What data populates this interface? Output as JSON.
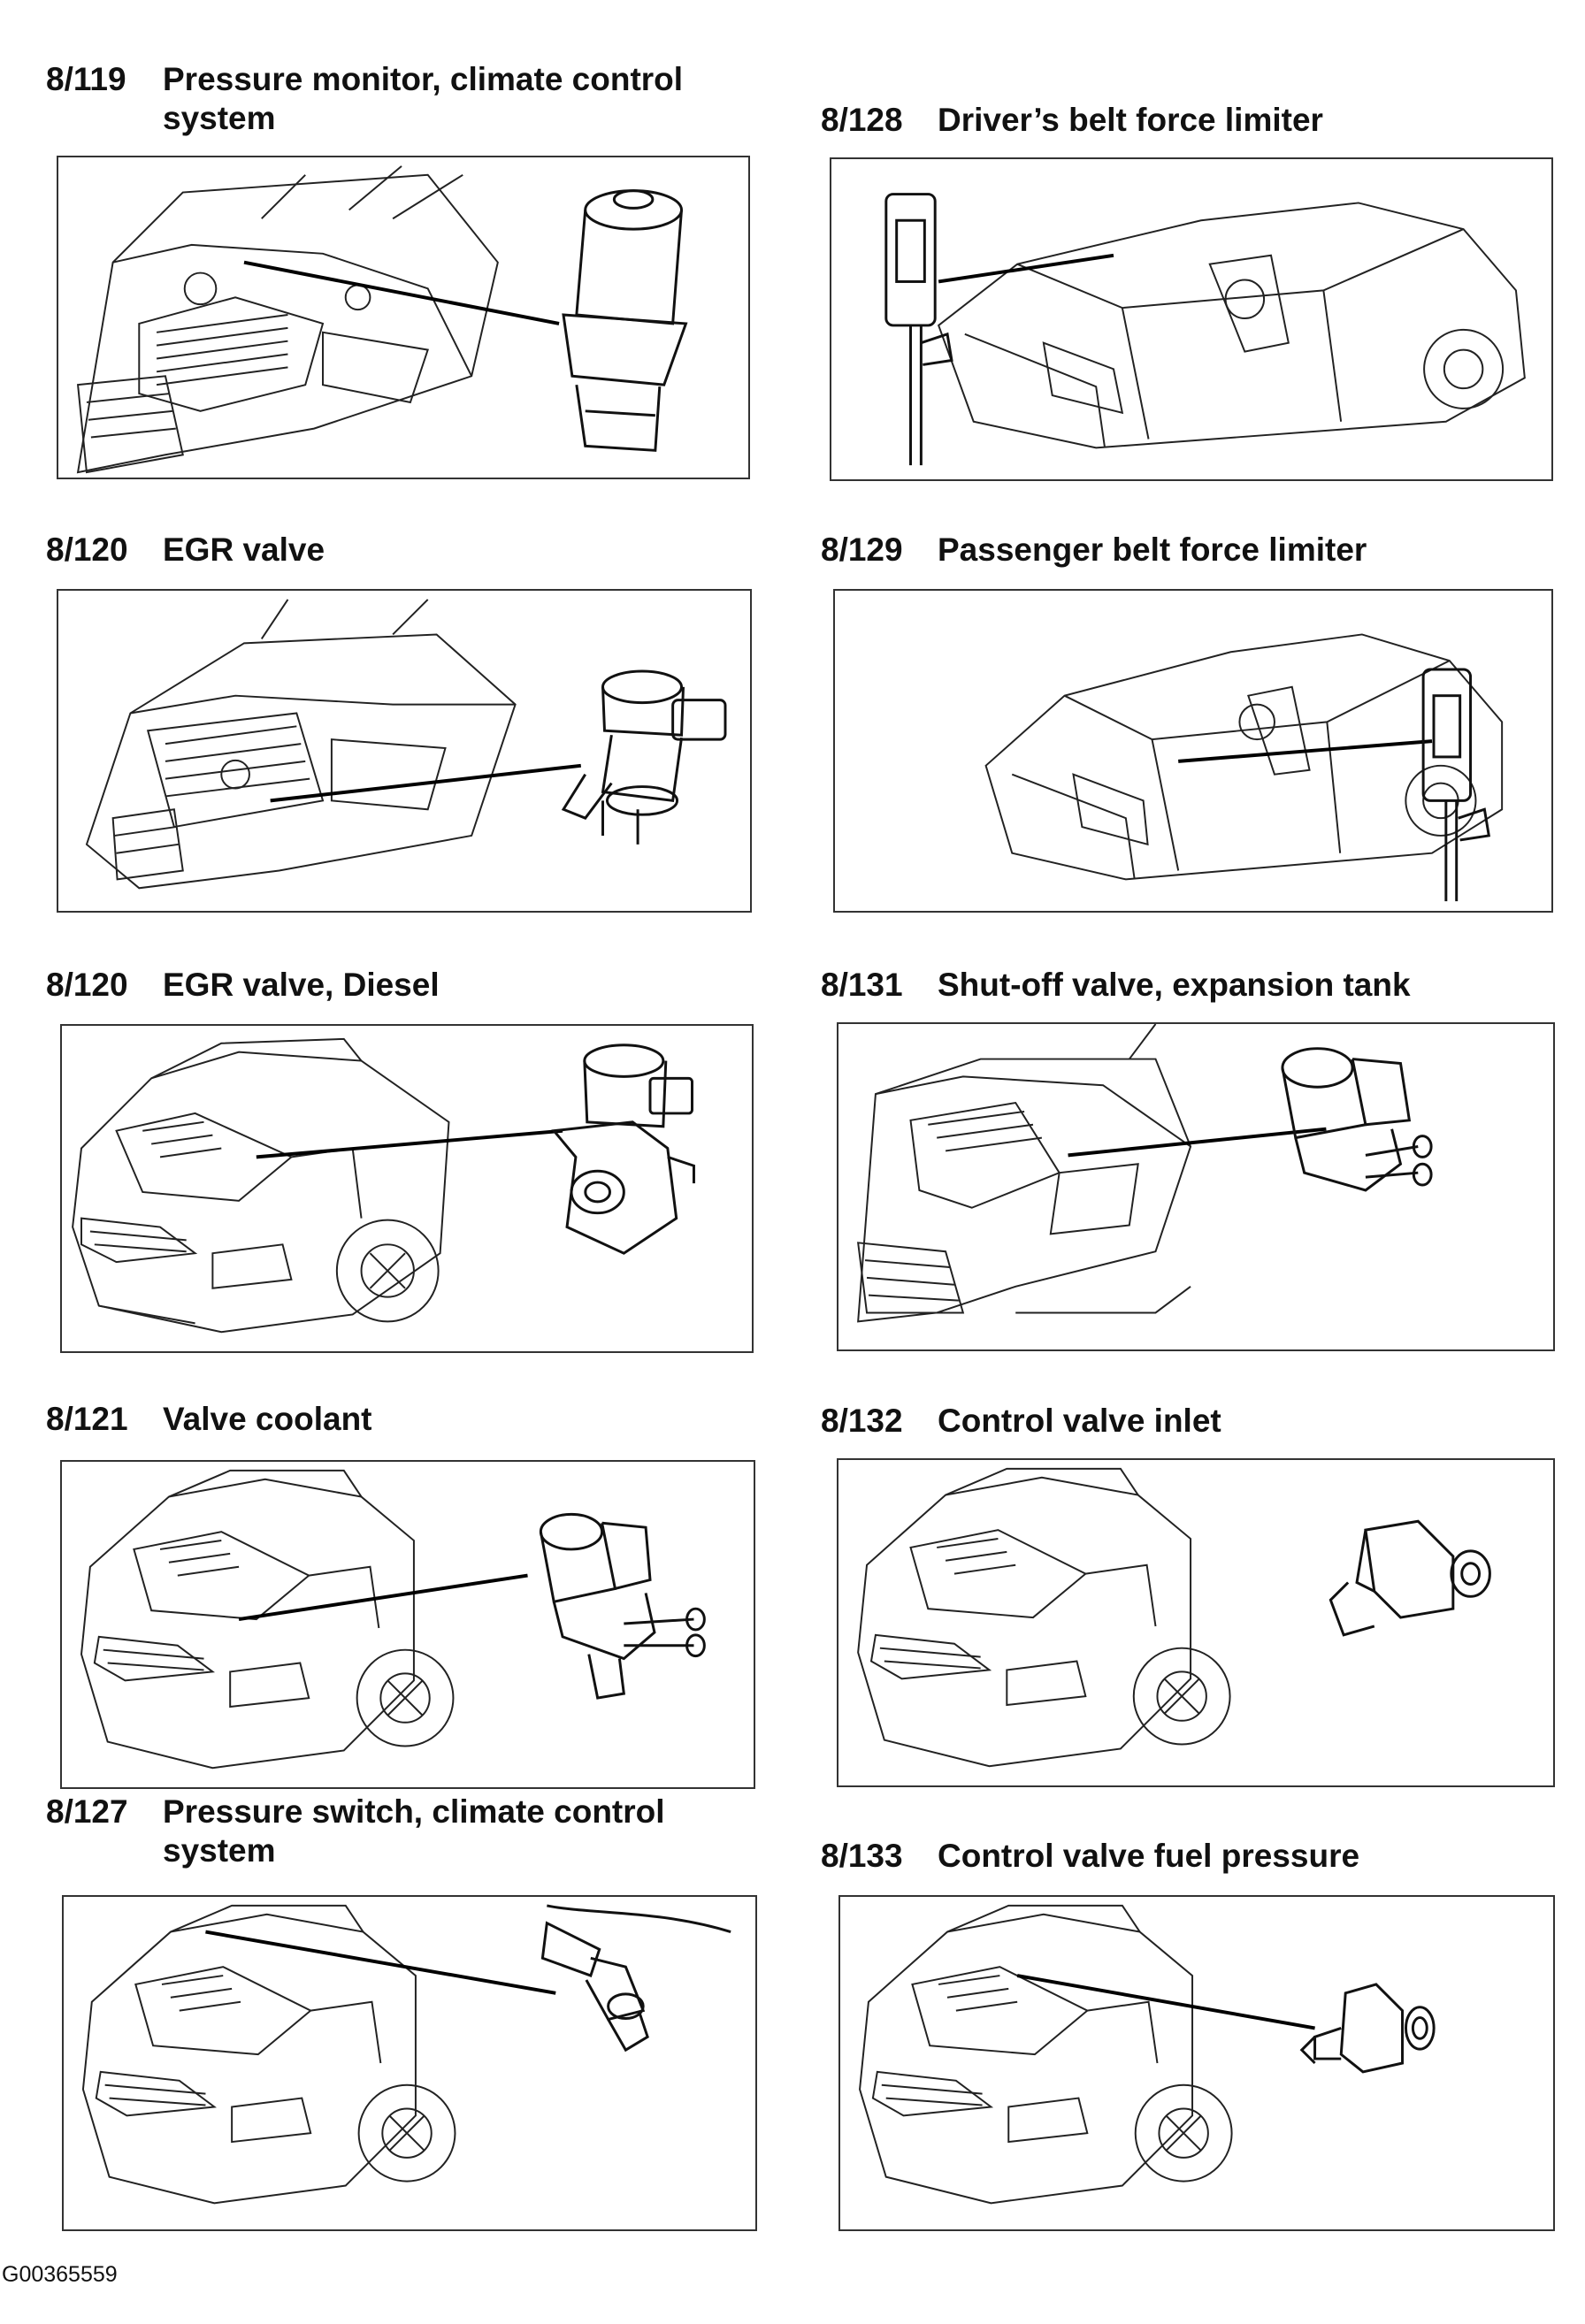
{
  "figures": [
    {
      "code": "8/119",
      "title": "Pressure monitor, climate control system",
      "scene": "engine-bay",
      "part": "pressure-sensor"
    },
    {
      "code": "8/128",
      "title": "Driver’s belt force limiter",
      "scene": "car-interior",
      "part": "belt-limiter"
    },
    {
      "code": "8/120",
      "title": "EGR valve",
      "scene": "engine-bay",
      "part": "egr-valve"
    },
    {
      "code": "8/129",
      "title": "Passenger belt force limiter",
      "scene": "car-interior",
      "part": "belt-limiter"
    },
    {
      "code": "8/120",
      "title": "EGR valve, Diesel",
      "scene": "car-front",
      "part": "egr-valve-diesel"
    },
    {
      "code": "8/131",
      "title": "Shut-off valve, expansion tank",
      "scene": "engine-bay",
      "part": "shutoff-valve"
    },
    {
      "code": "8/121",
      "title": "Valve coolant",
      "scene": "car-front",
      "part": "coolant-valve"
    },
    {
      "code": "8/132",
      "title": "Control valve inlet",
      "scene": "car-front",
      "part": "inlet-valve"
    },
    {
      "code": "8/127",
      "title": "Pressure switch, climate control system",
      "scene": "car-front",
      "part": "pressure-switch"
    },
    {
      "code": "8/133",
      "title": "Control valve fuel pressure",
      "scene": "car-front",
      "part": "fuel-valve"
    }
  ],
  "footer": {
    "figure_id": "G00365559"
  }
}
